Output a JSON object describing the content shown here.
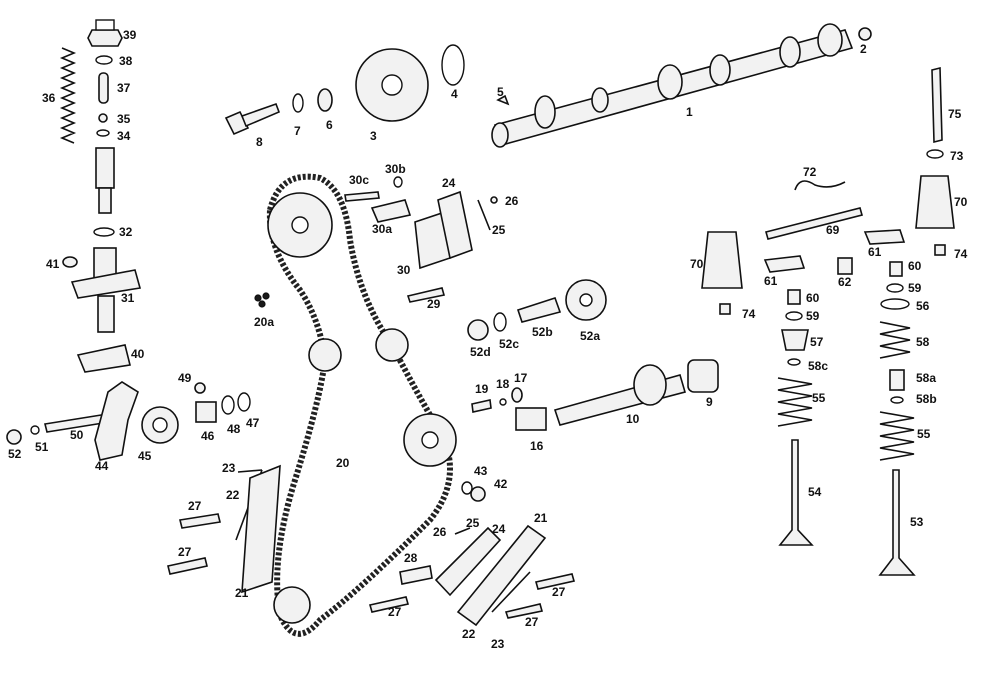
{
  "figure": {
    "part_labels": [
      "1",
      "2",
      "3",
      "4",
      "5",
      "6",
      "7",
      "8",
      "9",
      "10",
      "16",
      "17",
      "18",
      "19",
      "20",
      "20a",
      "21",
      "21",
      "22",
      "22",
      "23",
      "23",
      "24",
      "24",
      "25",
      "25",
      "26",
      "26",
      "27",
      "27",
      "27",
      "27",
      "27",
      "28",
      "29",
      "30",
      "30a",
      "30b",
      "30c",
      "31",
      "32",
      "34",
      "35",
      "36",
      "37",
      "38",
      "39",
      "40",
      "41",
      "42",
      "43",
      "44",
      "45",
      "46",
      "47",
      "48",
      "49",
      "50",
      "51",
      "52",
      "52a",
      "52b",
      "52c",
      "52d",
      "53",
      "54",
      "55",
      "55",
      "56",
      "57",
      "58",
      "58a",
      "58b",
      "58c",
      "59",
      "59",
      "60",
      "60",
      "61",
      "61",
      "62",
      "69",
      "70",
      "70",
      "72",
      "73",
      "74",
      "74",
      "75"
    ]
  }
}
